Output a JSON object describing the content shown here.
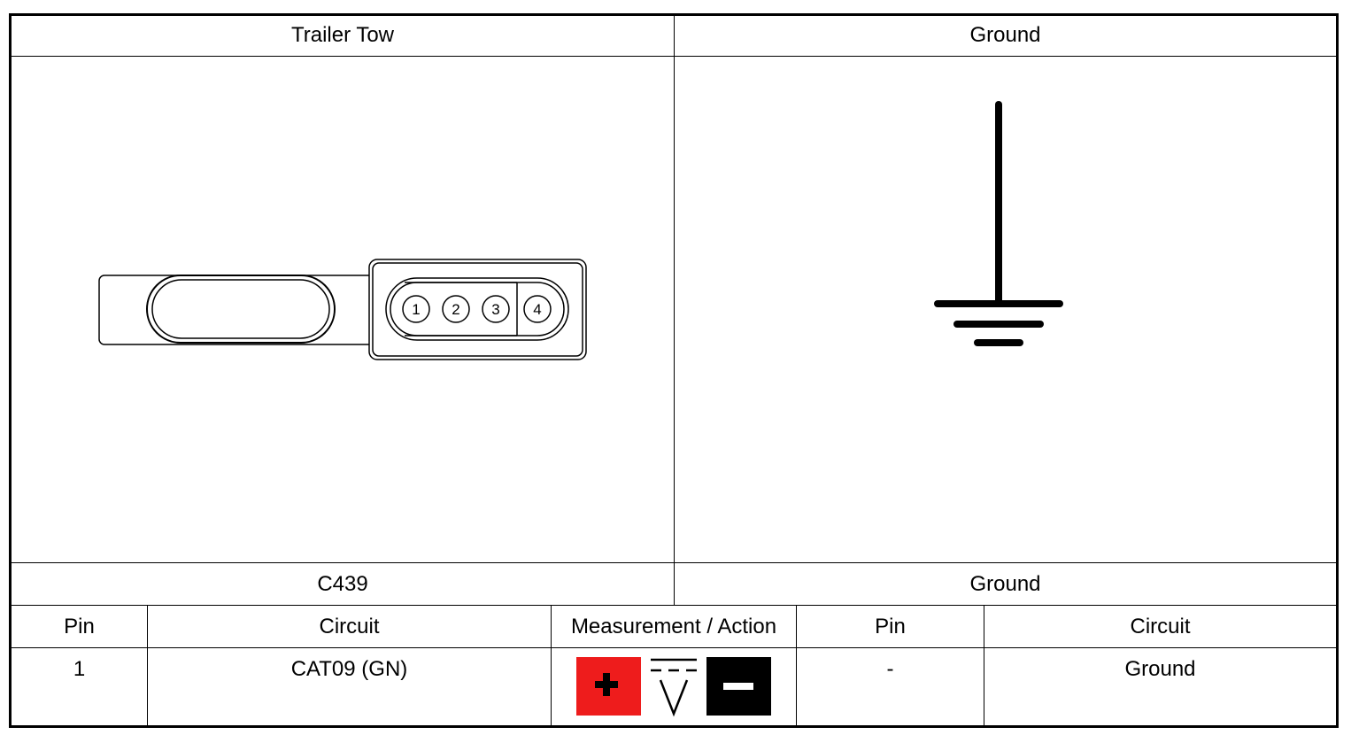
{
  "header": {
    "left_title": "Trailer Tow",
    "right_title": "Ground"
  },
  "connector": {
    "left_name": "C439",
    "right_name": "Ground",
    "pins": [
      "1",
      "2",
      "3",
      "4"
    ]
  },
  "table": {
    "headers": [
      "Pin",
      "Circuit",
      "Measurement / Action",
      "Pin",
      "Circuit"
    ],
    "rows": [
      {
        "pin": "1",
        "circuit": "CAT09 (GN)",
        "measurement": "voltmeter",
        "pin2": "-",
        "circuit2": "Ground"
      }
    ]
  },
  "measurement_icons": {
    "positive": {
      "name": "positive-probe-icon",
      "color": "#ee1c1c"
    },
    "meter": {
      "name": "dc-voltage-icon"
    },
    "negative": {
      "name": "negative-probe-icon",
      "color": "#000000"
    }
  }
}
